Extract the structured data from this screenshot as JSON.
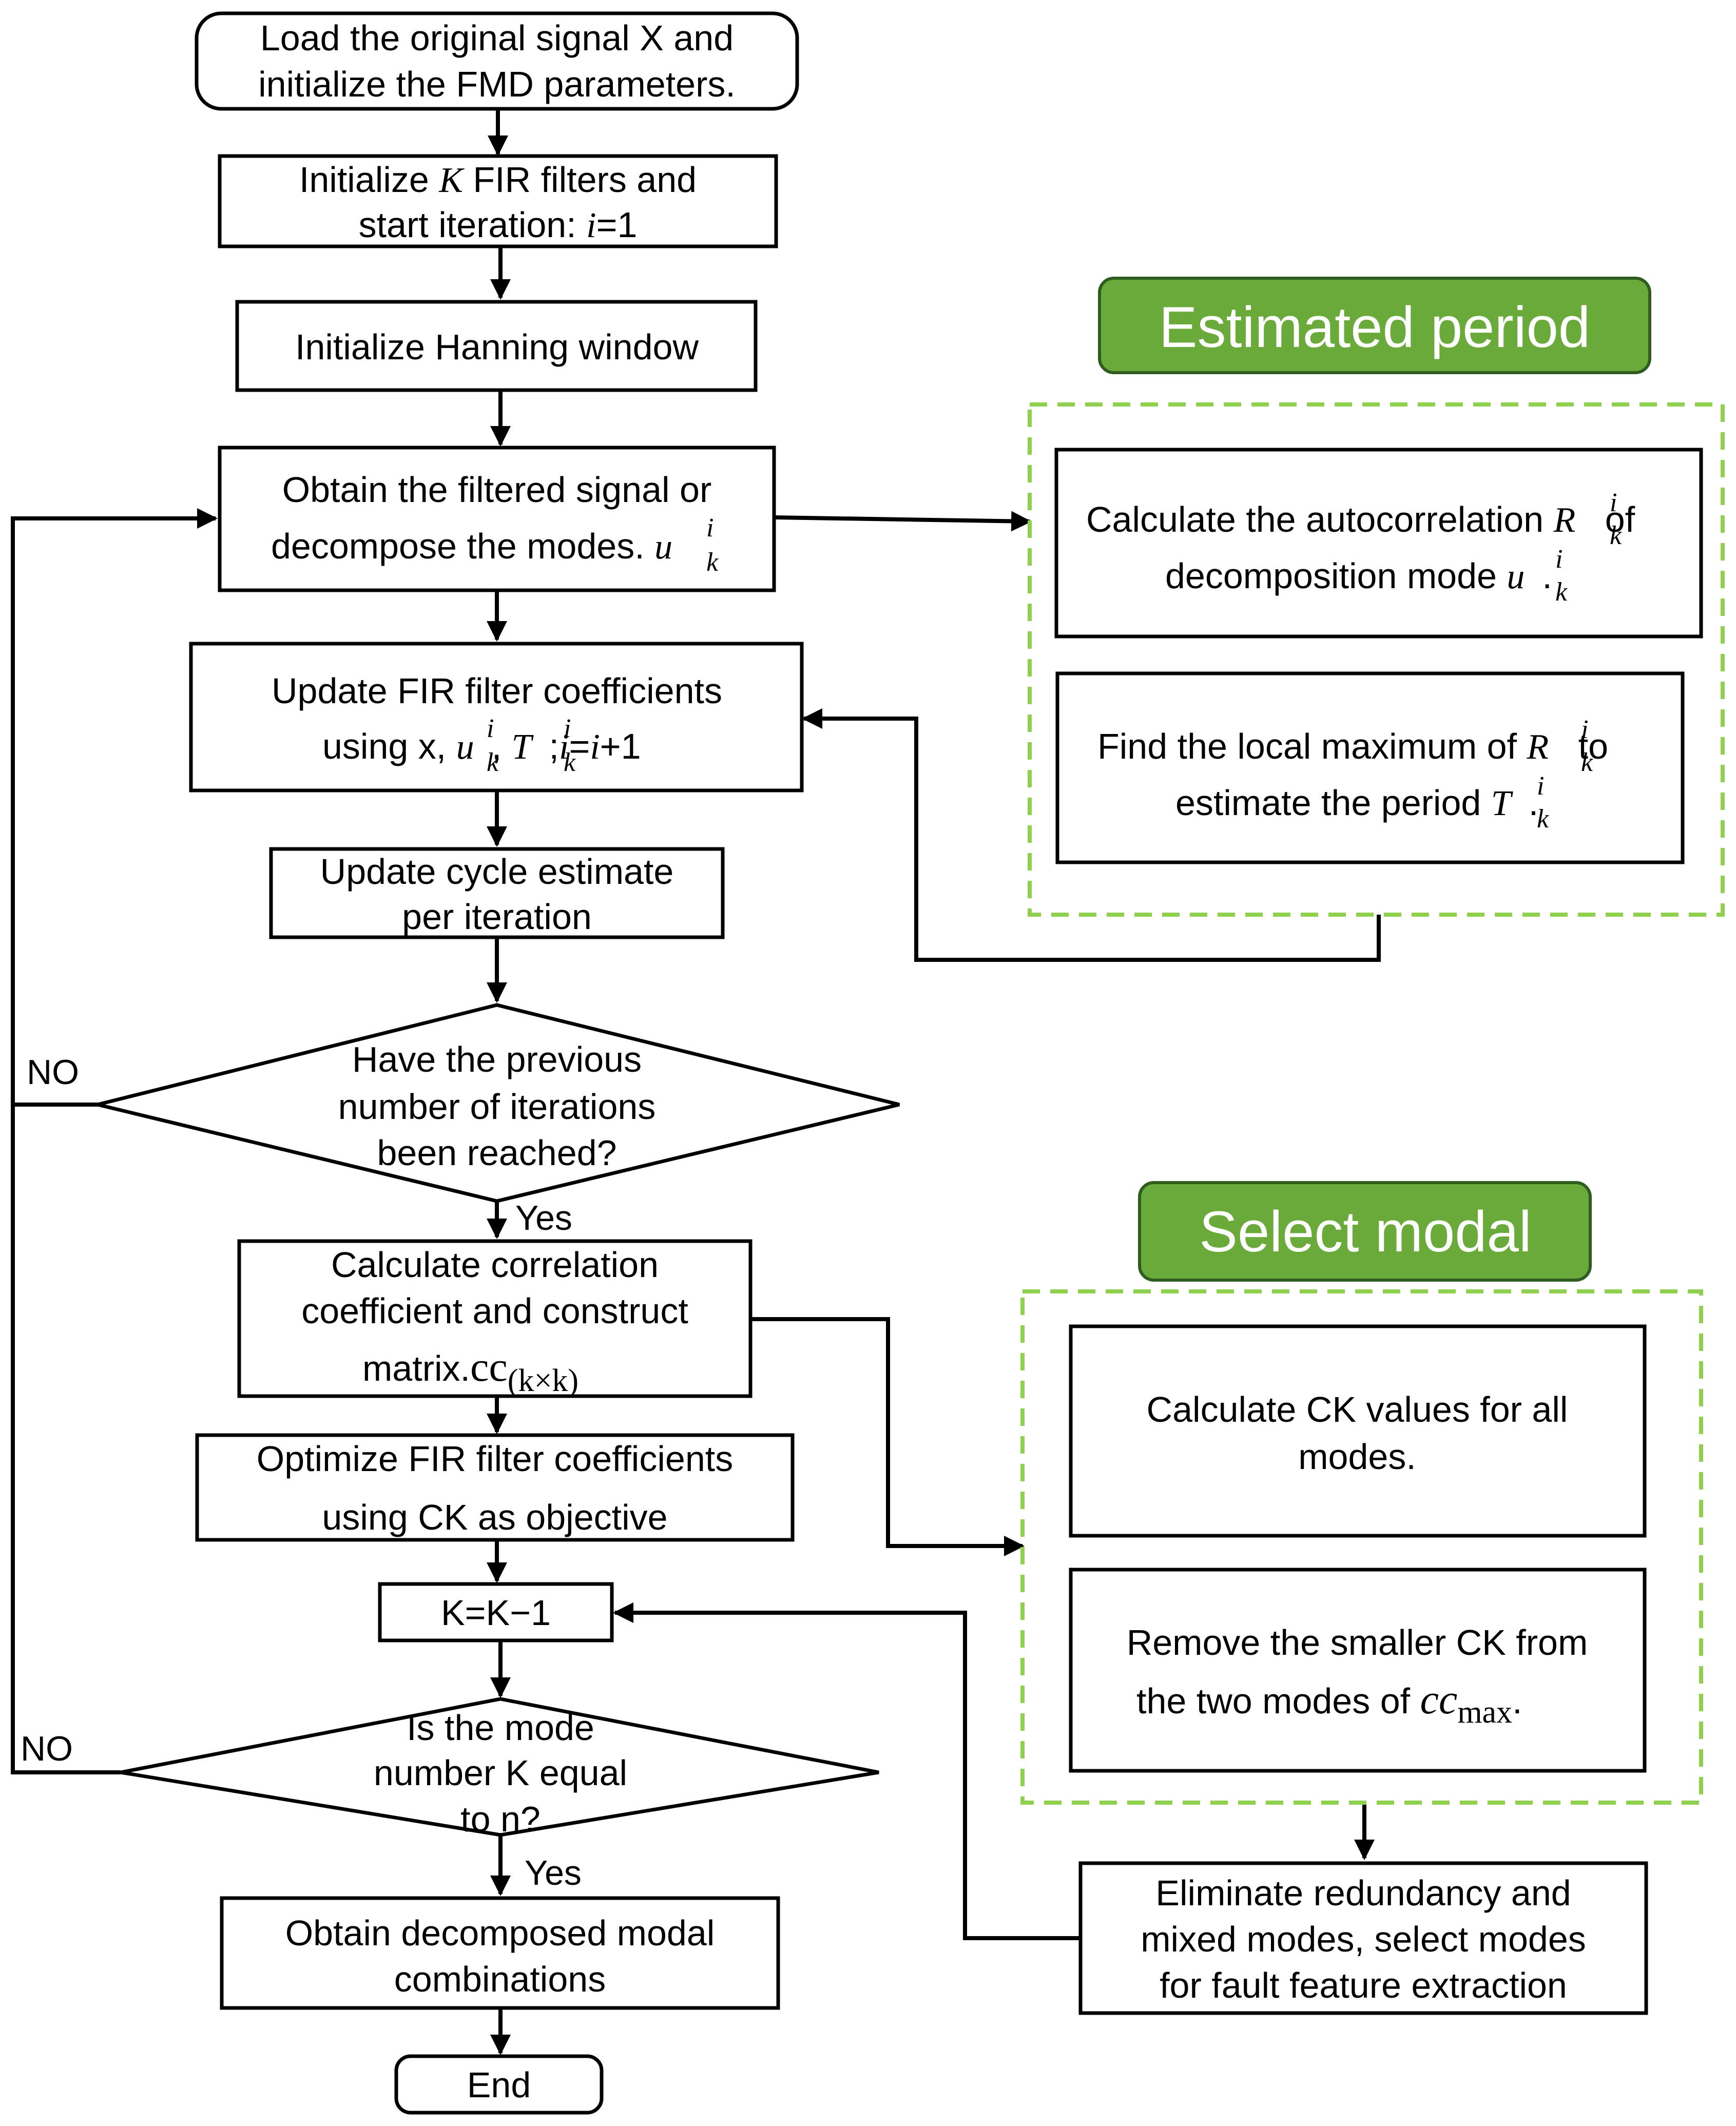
{
  "colors": {
    "banner_fill": "#6aaa3a",
    "dashed_border": "#8fd14f",
    "stroke": "#000000"
  },
  "sections": {
    "estimated_period": "Estimated period",
    "select_modal": "Select modal"
  },
  "nodes": {
    "load_line1": "Load the original signal X and",
    "load_line2": "initialize the FMD parameters.",
    "init_fir_line1_a": "Initialize ",
    "init_fir_line1_var": "K",
    "init_fir_line1_b": " FIR filters and",
    "init_fir_line2_a": "start iteration: ",
    "init_fir_line2_var": "i",
    "init_fir_line2_b": "=1",
    "hanning": "Initialize Hanning window",
    "obtain_line1": "Obtain the filtered signal or",
    "obtain_line2": "decompose the modes. ",
    "update_fir_line1": "Update FIR filter coefficients",
    "update_fir_line2_a": "using x, ",
    "update_fir_line2_b": ";",
    "update_fir_line2_var": "i",
    "update_fir_line2_c": "=",
    "update_fir_line2_var2": "i",
    "update_fir_line2_d": "+1",
    "cycle_line1": "Update cycle estimate",
    "cycle_line2": "per iteration",
    "decision1_line1": "Have the previous",
    "decision1_line2": "number of iterations",
    "decision1_line3": "been reached?",
    "corr_line1": "Calculate correlation",
    "corr_line2": "coefficient and construct",
    "corr_line3": "matrix.",
    "corr_cc": "cc",
    "corr_sub": "(k×k)",
    "optimize_line1": "Optimize FIR filter coefficients",
    "optimize_line2": "using CK as objective",
    "k_update": "K=K−1",
    "decision2_line1": "Is the mode",
    "decision2_line2": "number K equal",
    "decision2_line3": "to n?",
    "obtain_modal_line1": "Obtain decomposed modal",
    "obtain_modal_line2": "combinations",
    "end": "End",
    "autocorr_line1": "Calculate the autocorrelation ",
    "autocorr_line1_end": " of",
    "autocorr_line2": "decomposition mode ",
    "autocorr_line2_end": ".",
    "localmax_line1": "Find the local maximum of ",
    "localmax_line1_end": " to",
    "localmax_line2": "estimate the period ",
    "localmax_line2_end": ".",
    "ck_line1": "Calculate CK values for all",
    "ck_line2": "modes.",
    "remove_line1": "Remove the smaller CK from",
    "remove_line2": "the two modes of ",
    "remove_cc": "cc",
    "remove_sub": "max",
    "remove_end": ".",
    "eliminate_line1": "Eliminate redundancy and",
    "eliminate_line2": "mixed modes, select modes",
    "eliminate_line3": "for fault feature extraction"
  },
  "symbols": {
    "u": "u",
    "R": "R",
    "T": "T",
    "k": "k",
    "i": "i",
    "comma": ", "
  },
  "edges": {
    "no": "NO",
    "yes": "Yes"
  }
}
